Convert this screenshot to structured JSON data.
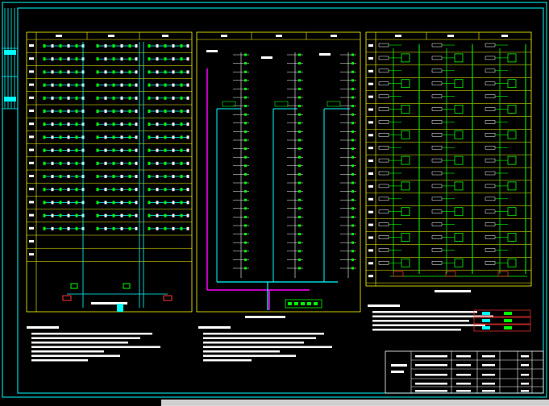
{
  "drawing": {
    "background": "#000000",
    "colors": {
      "frame": "#00ffff",
      "yellow": "#ffff00",
      "green": "#00ff00",
      "cyan": "#00ffff",
      "white": "#ffffff",
      "magenta": "#ff00ff",
      "red": "#ff3333",
      "grey": "#c8c8c8"
    }
  },
  "panels": [
    {
      "id": "panel-1",
      "caption": "",
      "floors": 15
    },
    {
      "id": "panel-2",
      "caption": "",
      "floors": 0
    },
    {
      "id": "panel-3",
      "caption": "",
      "floors": 16
    }
  ],
  "notes": {
    "title_1": "",
    "title_2": "",
    "title_3": ""
  },
  "title_block": {
    "project": "",
    "drawing_name": ""
  },
  "scrollbar": {
    "position_fraction": 0.0
  }
}
